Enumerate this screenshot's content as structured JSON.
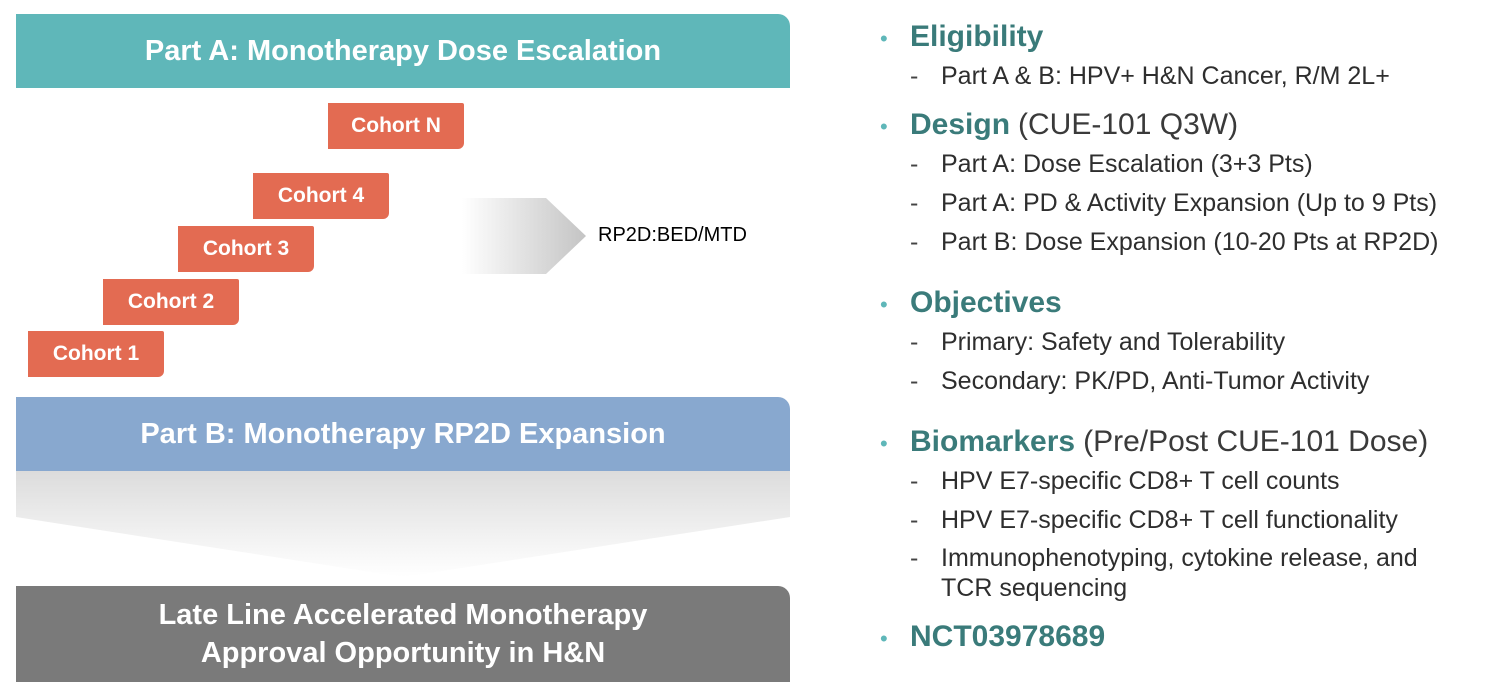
{
  "left": {
    "part_a_title": "Part A: Monotherapy Dose Escalation",
    "cohorts": [
      "Cohort 1",
      "Cohort 2",
      "Cohort 3",
      "Cohort 4",
      "Cohort N"
    ],
    "arrow_label": "RP2D:BED/MTD",
    "part_b_title": "Part B: Monotherapy RP2D Expansion",
    "outcome_line1": "Late Line Accelerated Monotherapy",
    "outcome_line2": "Approval Opportunity in H&N"
  },
  "right": {
    "sections": [
      {
        "title": "Eligibility",
        "suffix": "",
        "items": [
          "Part A & B: HPV+ H&N Cancer, R/M 2L+"
        ]
      },
      {
        "title": "Design",
        "suffix": "(CUE-101 Q3W)",
        "items": [
          "Part A: Dose Escalation (3+3 Pts)",
          "Part A: PD & Activity Expansion (Up to 9 Pts)",
          "Part B: Dose Expansion (10-20 Pts at RP2D)"
        ]
      },
      {
        "title": "Objectives",
        "suffix": "",
        "items": [
          "Primary: Safety and Tolerability",
          "Secondary: PK/PD, Anti-Tumor Activity"
        ]
      },
      {
        "title": "Biomarkers",
        "suffix": "(Pre/Post CUE-101 Dose)",
        "items": [
          "HPV E7-specific CD8+ T cell counts",
          "HPV E7-specific CD8+ T cell functionality",
          "Immunophenotyping, cytokine release, and",
          "TCR sequencing"
        ]
      },
      {
        "title": "NCT03978689",
        "suffix": "",
        "items": []
      }
    ]
  },
  "colors": {
    "teal": "#5fb7b9",
    "coral": "#e36b52",
    "blue": "#88a8cf",
    "gray": "#7a7a7a",
    "heading": "#3a7b7a"
  }
}
